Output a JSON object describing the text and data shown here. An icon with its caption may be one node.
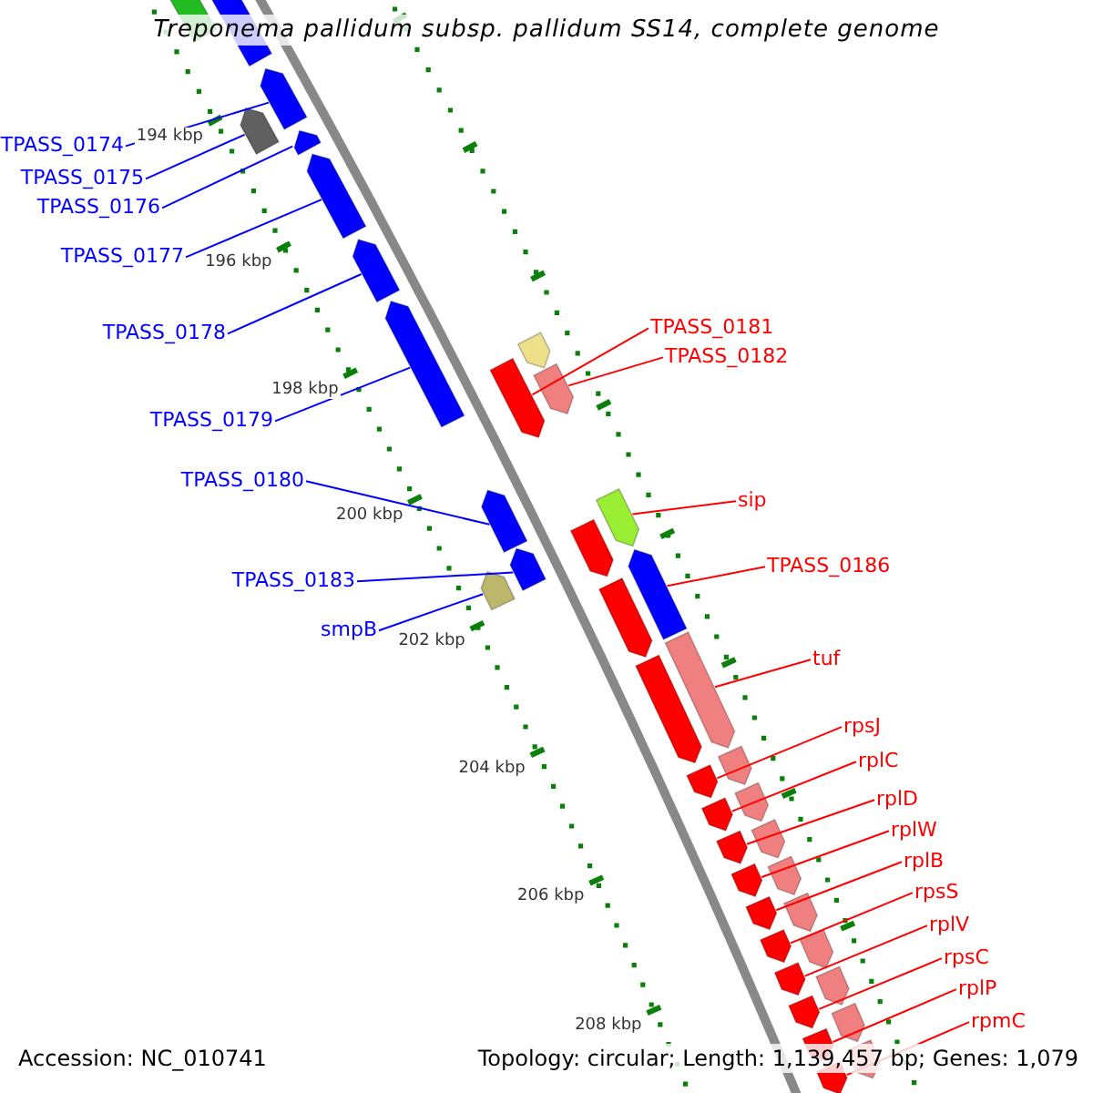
{
  "diagram": {
    "title": "Treponema pallidum subsp. pallidum SS14, complete genome",
    "nodes": [
      {
        "text": [
          "TPASS_0174"
        ]
      },
      {
        "text": [
          "TPASS_0175"
        ]
      },
      {
        "text": [
          "TPASS_0176"
        ]
      },
      {
        "text": [
          "TPASS_0177"
        ]
      },
      {
        "text": [
          "TPASS_0178"
        ]
      },
      {
        "text": [
          "TPASS_0179"
        ]
      },
      {
        "text": [
          "TPASS_0180"
        ]
      },
      {
        "text": [
          "TPASS_0183"
        ]
      },
      {
        "text": [
          "smpB"
        ]
      },
      {
        "text": [
          "TPASS_0181"
        ]
      },
      {
        "text": [
          "TPASS_0182"
        ]
      },
      {
        "text": [
          "sip"
        ]
      },
      {
        "text": [
          "TPASS_0186"
        ]
      },
      {
        "text": [
          "tuf"
        ]
      },
      {
        "text": [
          "rpsJ"
        ]
      },
      {
        "text": [
          "rplC"
        ]
      },
      {
        "text": [
          "rplD"
        ]
      },
      {
        "text": [
          "rplW"
        ]
      },
      {
        "text": [
          "rplB"
        ]
      },
      {
        "text": [
          "rpsS"
        ]
      },
      {
        "text": [
          "rplV"
        ]
      },
      {
        "text": [
          "rpsC"
        ]
      },
      {
        "text": [
          "rplP"
        ]
      },
      {
        "text": [
          "rpmC"
        ]
      },
      {
        "text": [],
        "shape": "arrow"
      },
      {
        "text": [],
        "shape": "arrow"
      },
      {
        "text": [],
        "shape": "arrow"
      },
      {
        "text": [],
        "shape": "arrow"
      },
      {
        "text": [],
        "shape": "arrow"
      },
      {
        "text": [],
        "shape": "arrow"
      },
      {
        "text": [],
        "shape": "arrow"
      },
      {
        "text": [],
        "shape": "arrow"
      },
      {
        "text": [],
        "shape": "arrow"
      },
      {
        "text": [],
        "shape": "arrow"
      },
      {
        "text": [],
        "shape": "arrow"
      },
      {
        "text": [],
        "shape": "arrow"
      },
      {
        "text": [],
        "shape": "arrow"
      },
      {
        "text": [],
        "shape": "arrow"
      },
      {
        "text": [],
        "shape": "arrow"
      },
      {
        "text": [],
        "shape": "arrow"
      },
      {
        "text": [],
        "shape": "arrow"
      },
      {
        "text": [],
        "shape": "arrow"
      },
      {
        "text": [],
        "shape": "arrow"
      },
      {
        "text": [],
        "shape": "arrow"
      },
      {
        "text": [],
        "shape": "arrow"
      },
      {
        "text": [],
        "shape": "arrow"
      },
      {
        "text": [],
        "shape": "arrow"
      },
      {
        "text": [],
        "shape": "arrow"
      }
    ],
    "edges": [
      {
        "from": 0,
        "to": 24,
        "arrow": "none",
        "color": "#0000ff"
      },
      {
        "from": 1,
        "to": 25,
        "arrow": "none",
        "color": "#0000ff"
      },
      {
        "from": 2,
        "to": 26,
        "arrow": "none",
        "color": "#0000ff"
      },
      {
        "from": 3,
        "to": 27,
        "arrow": "none",
        "color": "#0000ff"
      },
      {
        "from": 4,
        "to": 28,
        "arrow": "none",
        "color": "#0000ff"
      },
      {
        "from": 5,
        "to": 29,
        "arrow": "none",
        "color": "#0000ff"
      },
      {
        "from": 6,
        "to": 30,
        "arrow": "none",
        "color": "#0000ff"
      },
      {
        "from": 7,
        "to": 31,
        "arrow": "none",
        "color": "#0000ff"
      },
      {
        "from": 8,
        "to": 32,
        "arrow": "none",
        "color": "#0000ff"
      },
      {
        "from": 9,
        "to": 33,
        "arrow": "none"
      },
      {
        "from": 10,
        "to": 34,
        "arrow": "none"
      },
      {
        "from": 11,
        "to": 35,
        "arrow": "none"
      },
      {
        "from": 12,
        "to": 36,
        "arrow": "none"
      },
      {
        "from": 13,
        "to": 37,
        "arrow": "none"
      },
      {
        "from": 14,
        "to": 38,
        "arrow": "none"
      },
      {
        "from": 15,
        "to": 39,
        "arrow": "none"
      },
      {
        "from": 16,
        "to": 40,
        "arrow": "none"
      },
      {
        "from": 17,
        "to": 41,
        "arrow": "none"
      },
      {
        "from": 18,
        "to": 42,
        "arrow": "none"
      },
      {
        "from": 19,
        "to": 43,
        "arrow": "none"
      },
      {
        "from": 20,
        "to": 44,
        "arrow": "none"
      },
      {
        "from": 21,
        "to": 45,
        "arrow": "none"
      },
      {
        "from": 22,
        "to": 46,
        "arrow": "none"
      },
      {
        "from": 23,
        "to": 47,
        "arrow": "none"
      }
    ],
    "labels": [
      "194 kbp",
      "196 kbp",
      "198 kbp",
      "200 kbp",
      "202 kbp",
      "204 kbp",
      "206 kbp",
      "208 kbp",
      "Accession: NC_010741",
      "Topology: circular; Length: 1,139,457 bp; Genes: 1,079"
    ]
  }
}
